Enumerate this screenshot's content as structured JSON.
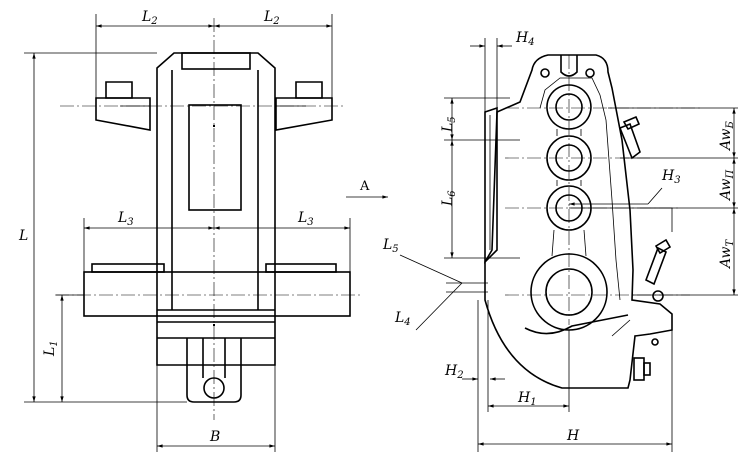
{
  "dimensions": {
    "L": "L",
    "L1": "L",
    "L1_sub": "1",
    "L2": "L",
    "L2_sub": "2",
    "L3": "L",
    "L3_sub": "3",
    "L4": "L",
    "L4_sub": "4",
    "L5": "L",
    "L5_sub": "5",
    "L6": "L",
    "L6_sub": "6",
    "B": "B",
    "H": "H",
    "H1": "H",
    "H1_sub": "1",
    "H2": "H",
    "H2_sub": "2",
    "H3": "H",
    "H3_sub": "3",
    "H4": "H",
    "H4_sub": "4",
    "awB": "Aw",
    "awB_sub": "Б",
    "awP": "Aw",
    "awP_sub": "П",
    "awT": "Aw",
    "awT_sub": "Т"
  },
  "view_label": "A"
}
